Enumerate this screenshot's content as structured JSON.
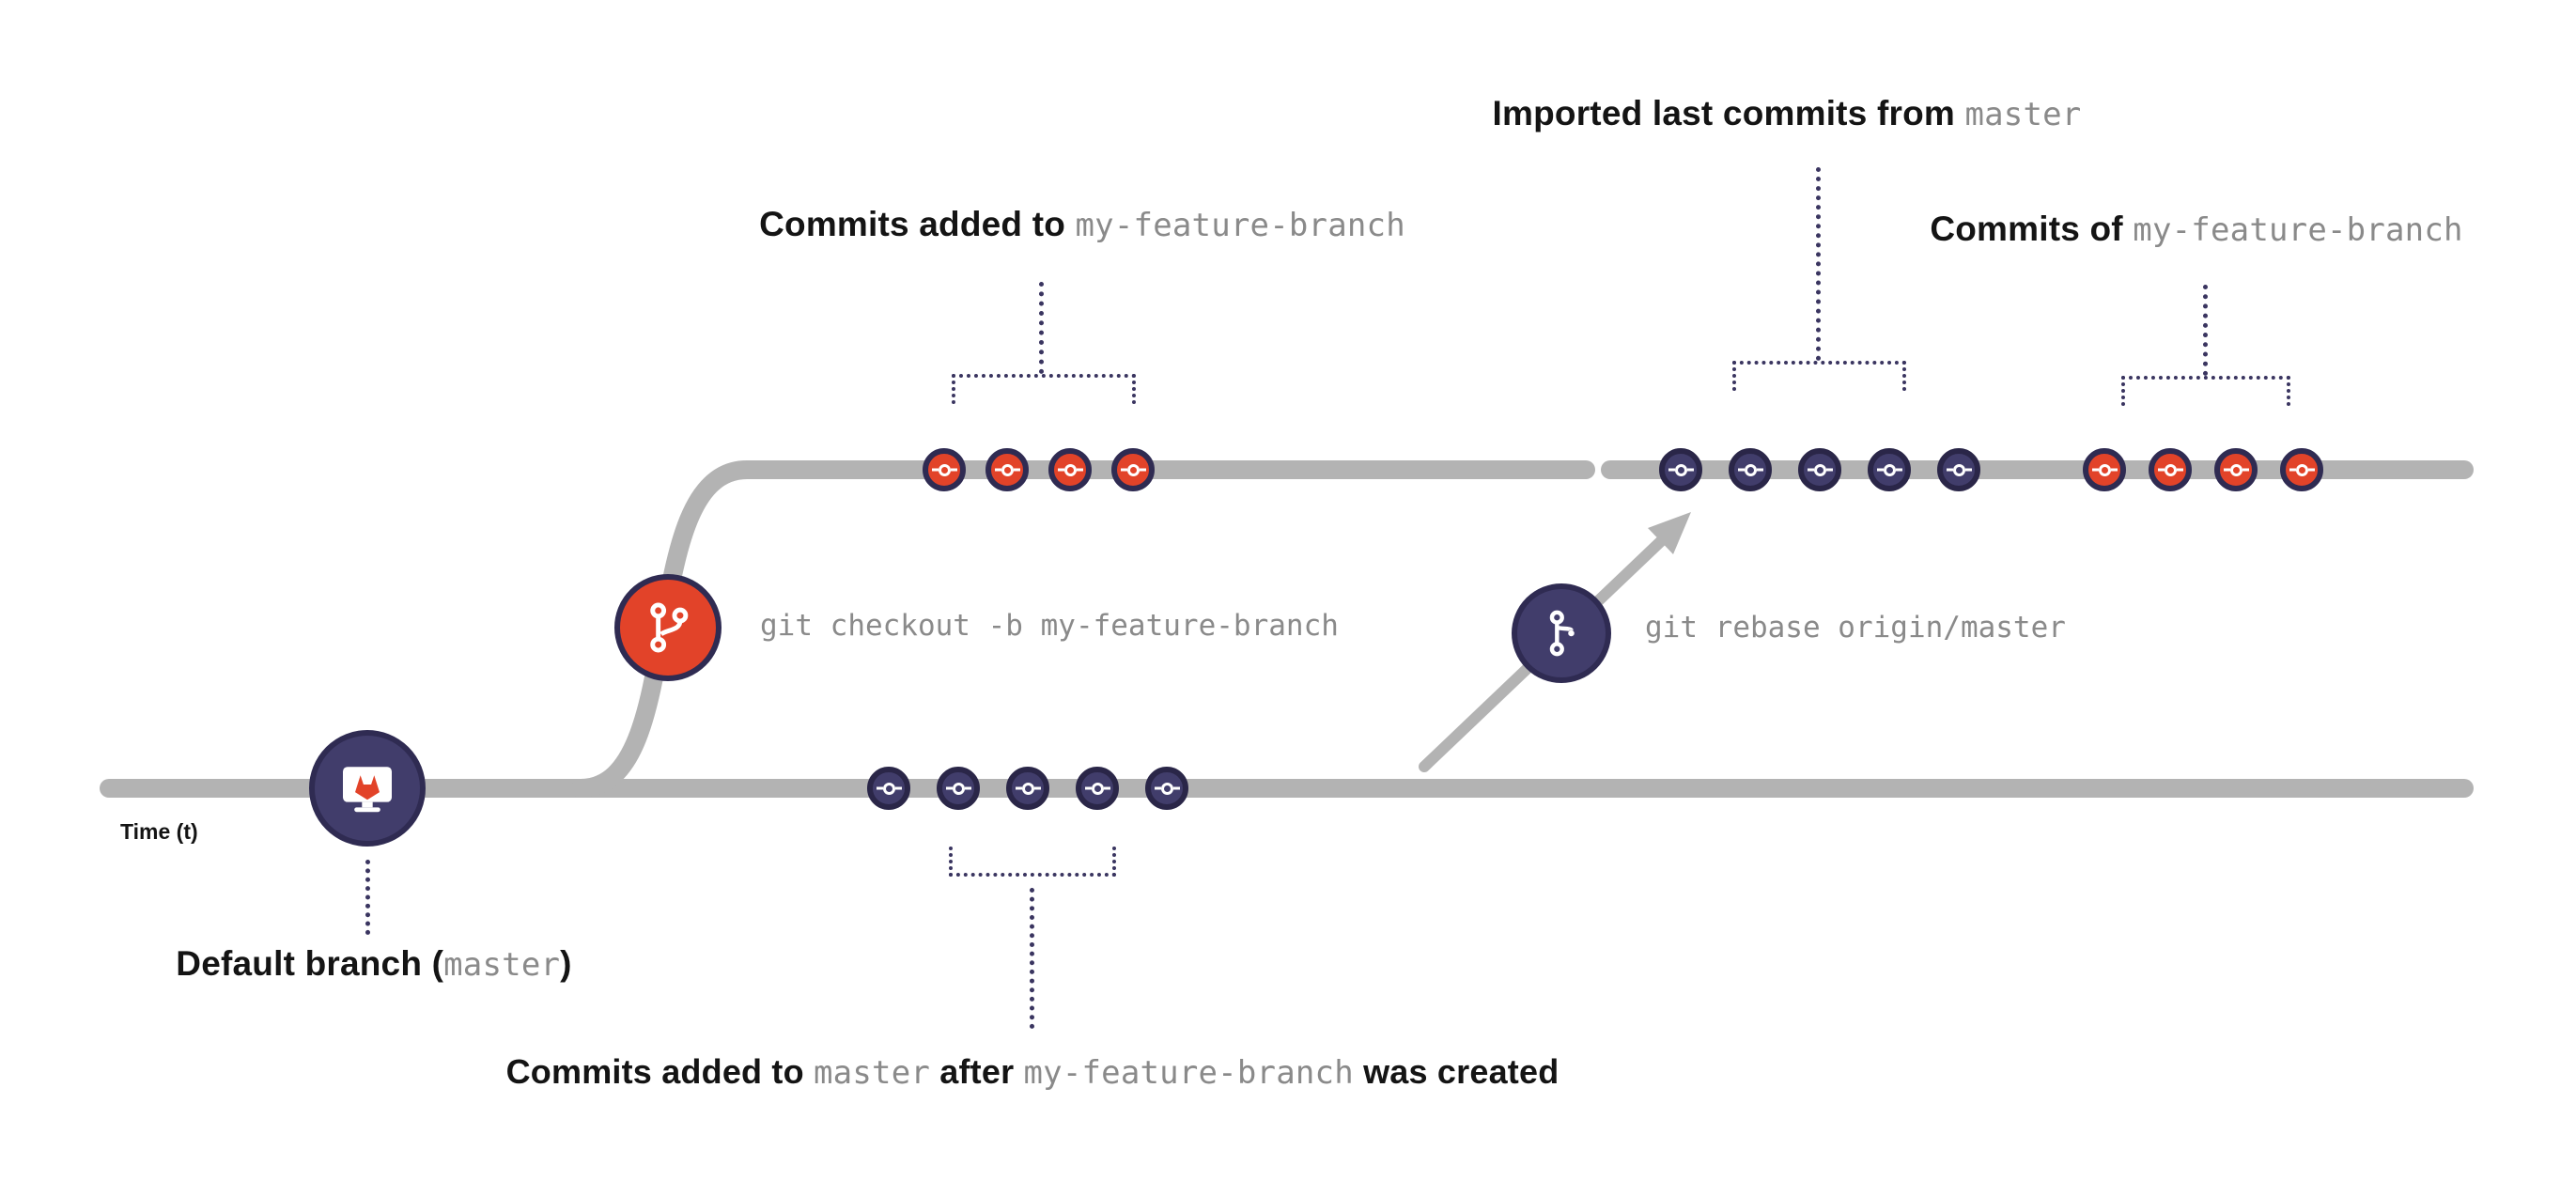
{
  "colors": {
    "line_gray": "#b3b3b3",
    "navy": "#413d6b",
    "navy_dark": "#2f2b52",
    "orange": "#e24329",
    "bracket_navy": "#3a3560",
    "heading_text": "#141414",
    "mono_text": "#8a8a8a"
  },
  "labels": {
    "imported": {
      "bold": "Imported last commits from ",
      "mono": "master"
    },
    "feature_added": {
      "bold": "Commits added to ",
      "mono": "my-feature-branch"
    },
    "feature_commits": {
      "bold": "Commits of ",
      "mono": "my-feature-branch"
    },
    "checkout_command": "git checkout -b my-feature-branch",
    "rebase_command": "git rebase origin/master",
    "time_axis": "Time (t)",
    "default_branch": {
      "bold_open": "Default branch (",
      "mono": "master",
      "bold_close": ")"
    },
    "master_added": {
      "bold1": "Commits added to ",
      "mono1": "master",
      "bold2": " after ",
      "mono2": "my-feature-branch",
      "bold3": " was created"
    }
  },
  "commit_groups": {
    "feature_new": {
      "count": 4,
      "color": "orange"
    },
    "master_after": {
      "count": 5,
      "color": "navy"
    },
    "imported": {
      "count": 5,
      "color": "navy"
    },
    "feature_rebased": {
      "count": 4,
      "color": "orange"
    }
  },
  "icons": {
    "gitlab_node": "gitlab-monitor-icon",
    "branch_node": "git-branch-icon",
    "rebase_node": "git-rebase-icon",
    "commit": "commit-icon"
  }
}
